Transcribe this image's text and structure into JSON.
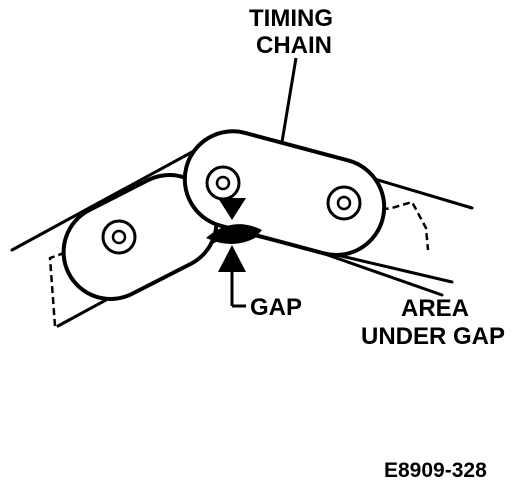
{
  "labels": {
    "timing_line1": "TIMING",
    "timing_line2": "CHAIN",
    "gap": "GAP",
    "area_line1": "AREA",
    "area_line2": "UNDER GAP",
    "figure_id": "E8909-328"
  },
  "colors": {
    "ink": "#000000",
    "paper": "#ffffff"
  }
}
